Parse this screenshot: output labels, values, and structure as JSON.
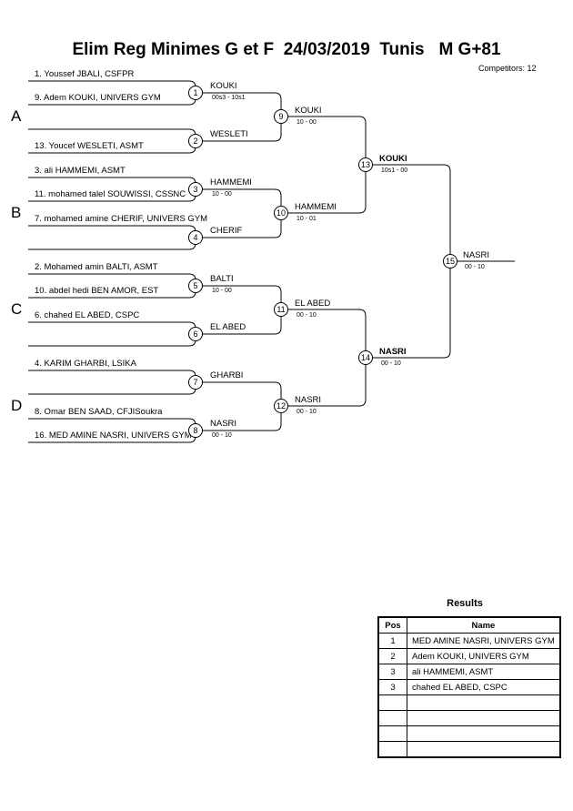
{
  "header": {
    "title": "Elim Reg Minimes G et F  24/03/2019  Tunis   M G+81",
    "competitors": "Competitors: 12"
  },
  "pools": [
    "A",
    "B",
    "C",
    "D"
  ],
  "entrants": [
    "1. Youssef JBALI, CSFPR",
    "9. Adem KOUKI, UNIVERS GYM",
    "13. Youcef WESLETI, ASMT",
    "3. ali HAMMEMI, ASMT",
    "11. mohamed talel SOUWISSI, CSSNC",
    "7. mohamed amine CHERIF, UNIVERS GYM",
    "2. Mohamed amin BALTI, ASMT",
    "10. abdel hedi BEN AMOR, EST",
    "6. chahed EL ABED, CSPC",
    "4. KARIM GHARBI, LSIKA",
    "8. Omar BEN SAAD, CFJISoukra",
    "16. MED AMINE NASRI, UNIVERS GYM"
  ],
  "matches": [
    {
      "no": "1",
      "winner": "KOUKI",
      "score": "00s3 - 10s1"
    },
    {
      "no": "2",
      "winner": "WESLETI",
      "score": ""
    },
    {
      "no": "3",
      "winner": "HAMMEMI",
      "score": "10 - 00"
    },
    {
      "no": "4",
      "winner": "CHERIF",
      "score": ""
    },
    {
      "no": "5",
      "winner": "BALTI",
      "score": "10 - 00"
    },
    {
      "no": "6",
      "winner": "EL ABED",
      "score": ""
    },
    {
      "no": "7",
      "winner": "GHARBI",
      "score": ""
    },
    {
      "no": "8",
      "winner": "NASRI",
      "score": "00 - 10"
    },
    {
      "no": "9",
      "winner": "KOUKI",
      "score": "10 - 00"
    },
    {
      "no": "10",
      "winner": "HAMMEMI",
      "score": "10 - 01"
    },
    {
      "no": "11",
      "winner": "EL ABED",
      "score": "00 - 10"
    },
    {
      "no": "12",
      "winner": "NASRI",
      "score": "00 - 10"
    },
    {
      "no": "13",
      "winner": "KOUKI",
      "score": "10s1 - 00"
    },
    {
      "no": "14",
      "winner": "NASRI",
      "score": "00 - 10"
    },
    {
      "no": "15",
      "winner": "NASRI",
      "score": "00 - 10"
    }
  ],
  "results": {
    "title": "Results",
    "headers": {
      "pos": "Pos",
      "name": "Name"
    },
    "rows": [
      {
        "pos": "1",
        "name": "MED AMINE NASRI, UNIVERS GYM"
      },
      {
        "pos": "2",
        "name": "Adem KOUKI, UNIVERS GYM"
      },
      {
        "pos": "3",
        "name": "ali HAMMEMI, ASMT"
      },
      {
        "pos": "3",
        "name": "chahed EL ABED, CSPC"
      },
      {
        "pos": "",
        "name": ""
      },
      {
        "pos": "",
        "name": ""
      },
      {
        "pos": "",
        "name": ""
      },
      {
        "pos": "",
        "name": ""
      }
    ]
  }
}
